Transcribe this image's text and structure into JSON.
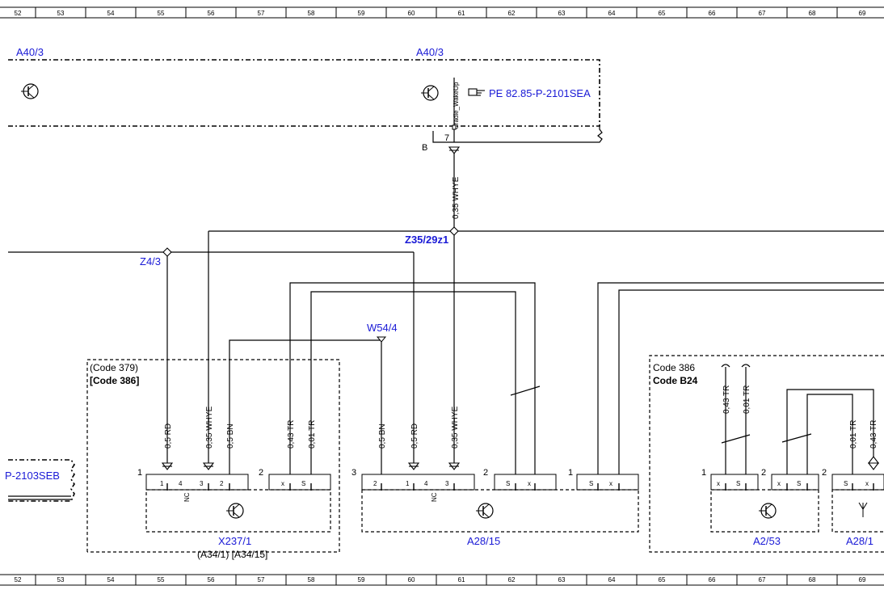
{
  "ruler": {
    "columns": [
      "52",
      "53",
      "54",
      "55",
      "56",
      "57",
      "58",
      "59",
      "60",
      "61",
      "62",
      "63",
      "64",
      "65",
      "66",
      "67",
      "68",
      "69"
    ]
  },
  "components": {
    "a40_left": "A40/3",
    "a40_right": "A40/3",
    "pe_ref": "PE 82.85-P-2101SEA",
    "pe_left_ref": "P-2103SEB",
    "cradle_label": "Cradle_WakeUp",
    "pin_7": "7",
    "pin_b": "B",
    "z35": "Z35/29z1",
    "z4": "Z4/3",
    "w54": "W54/4",
    "x237": "X237/1",
    "x237_sub": "(A34/1)   [A34/15]",
    "a28_15": "A28/15",
    "a2_53": "A2/53",
    "a28_1": "A28/1"
  },
  "codes": {
    "box1_line1": "(Code 379)",
    "box1_line2": "[Code 386]",
    "box2_line1": "Code 386",
    "box2_line2": "Code B24"
  },
  "wires": {
    "main_whye": "0,35 WHYE",
    "x_rd": "0,5 RD",
    "x_whye": "0,35 WHYE",
    "x_bn": "0,5 BN",
    "x_tr43": "0,43 TR",
    "x_tr01": "0,01 TR",
    "a_bn": "0,5 BN",
    "a_rd": "0,5 RD",
    "a_whye": "0,35 WHYE",
    "b_tr43": "0,43 TR",
    "b_tr01": "0,01 TR",
    "c_tr01": "0,01 TR",
    "c_tr43": "0,43 TR"
  },
  "pins": {
    "p1": "1",
    "p4": "4",
    "p3": "3",
    "p2": "2",
    "px": "x",
    "ps": "S",
    "nc": "NC",
    "g1": "1",
    "g2": "2",
    "g3": "3"
  }
}
